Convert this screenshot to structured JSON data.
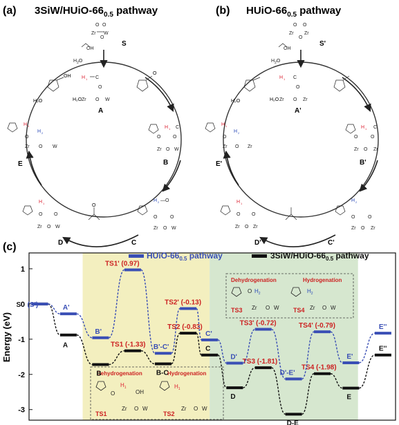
{
  "panel_a": {
    "tag": "(a)",
    "title_main": "3SiW/HUiO-66",
    "title_sub": "0.5",
    "title_end": " pathway",
    "states": [
      "S",
      "A",
      "B",
      "C",
      "D",
      "E"
    ],
    "species": {
      "h2o": "H₂O",
      "furfuryl": "OH",
      "furfural": "O",
      "acetone": "O"
    }
  },
  "panel_b": {
    "tag": "(b)",
    "title_main": "HUiO-66",
    "title_sub": "0.5",
    "title_end": " pathway",
    "states": [
      "S'",
      "A'",
      "B'",
      "C'",
      "D'",
      "E'"
    ]
  },
  "panel_c": {
    "tag": "(c)",
    "legend_blue": "HUiO-66",
    "legend_black": "3SiW/HUiO-66",
    "legend_sub": "0.5",
    "legend_end": " pathway",
    "inset_left": {
      "left_title": "Dehydrogenation",
      "right_title": "Hydrogenation",
      "left_label": "TS1",
      "right_label": "TS2"
    },
    "inset_right": {
      "left_title": "Dehydrogenation",
      "right_title": "Hydrogenation",
      "left_label": "TS3",
      "right_label": "TS4"
    }
  },
  "chart_data": {
    "type": "line",
    "ylabel": "Energy (eV)",
    "ylim": [
      -3.3,
      1.45
    ],
    "yticks": [
      -3,
      -2,
      -1,
      0,
      1
    ],
    "regions": [
      {
        "from": 2.4,
        "to": 9.5,
        "color": "#f3efbf"
      },
      {
        "from": 9.5,
        "to": 17.8,
        "color": "#d6e7cf"
      }
    ],
    "series": [
      {
        "name": "3SiW/HUiO-66 pathway",
        "color": "#111111",
        "points": [
          {
            "x": 0,
            "y": 0.0,
            "label": "S"
          },
          {
            "x": 1.6,
            "y": -0.88,
            "label": "A"
          },
          {
            "x": 3.4,
            "y": -1.72,
            "label": "B"
          },
          {
            "x": 5.2,
            "y": -1.33,
            "label": "TS1 (-1.33)"
          },
          {
            "x": 6.9,
            "y": -1.7,
            "label": "B-C"
          },
          {
            "x": 8.3,
            "y": -0.83,
            "label": "TS2 (-0.83)"
          },
          {
            "x": 9.5,
            "y": -1.45,
            "label": "C"
          },
          {
            "x": 10.9,
            "y": -2.38,
            "label": "D"
          },
          {
            "x": 12.5,
            "y": -1.81,
            "label": "TS3 (-1.81)"
          },
          {
            "x": 14.2,
            "y": -3.13,
            "label": "D-E"
          },
          {
            "x": 15.8,
            "y": -1.98,
            "label": "TS4 (-1.98)"
          },
          {
            "x": 17.4,
            "y": -2.39,
            "label": "E"
          },
          {
            "x": 19.2,
            "y": -1.45,
            "label": "E''"
          }
        ]
      },
      {
        "name": "HUiO-66 pathway",
        "color": "#3a4fb5",
        "points": [
          {
            "x": 0,
            "y": 0.0,
            "label": "(S')"
          },
          {
            "x": 1.6,
            "y": -0.28,
            "label": "A'"
          },
          {
            "x": 3.4,
            "y": -0.96,
            "label": "B'"
          },
          {
            "x": 5.2,
            "y": 0.97,
            "label": "TS1' (0.97)"
          },
          {
            "x": 6.9,
            "y": -1.4,
            "label": "B'-C'"
          },
          {
            "x": 8.3,
            "y": -0.13,
            "label": "TS2' (-0.13)"
          },
          {
            "x": 9.5,
            "y": -1.02,
            "label": "C'"
          },
          {
            "x": 10.9,
            "y": -1.68,
            "label": "D'"
          },
          {
            "x": 12.5,
            "y": -0.72,
            "label": "TS3' (-0.72)"
          },
          {
            "x": 14.2,
            "y": -2.13,
            "label": "D'-E'"
          },
          {
            "x": 15.8,
            "y": -0.79,
            "label": "TS4' (-0.79)"
          },
          {
            "x": 17.4,
            "y": -1.67,
            "label": "E'"
          },
          {
            "x": 19.2,
            "y": -0.83,
            "label": "E''"
          }
        ]
      }
    ]
  }
}
